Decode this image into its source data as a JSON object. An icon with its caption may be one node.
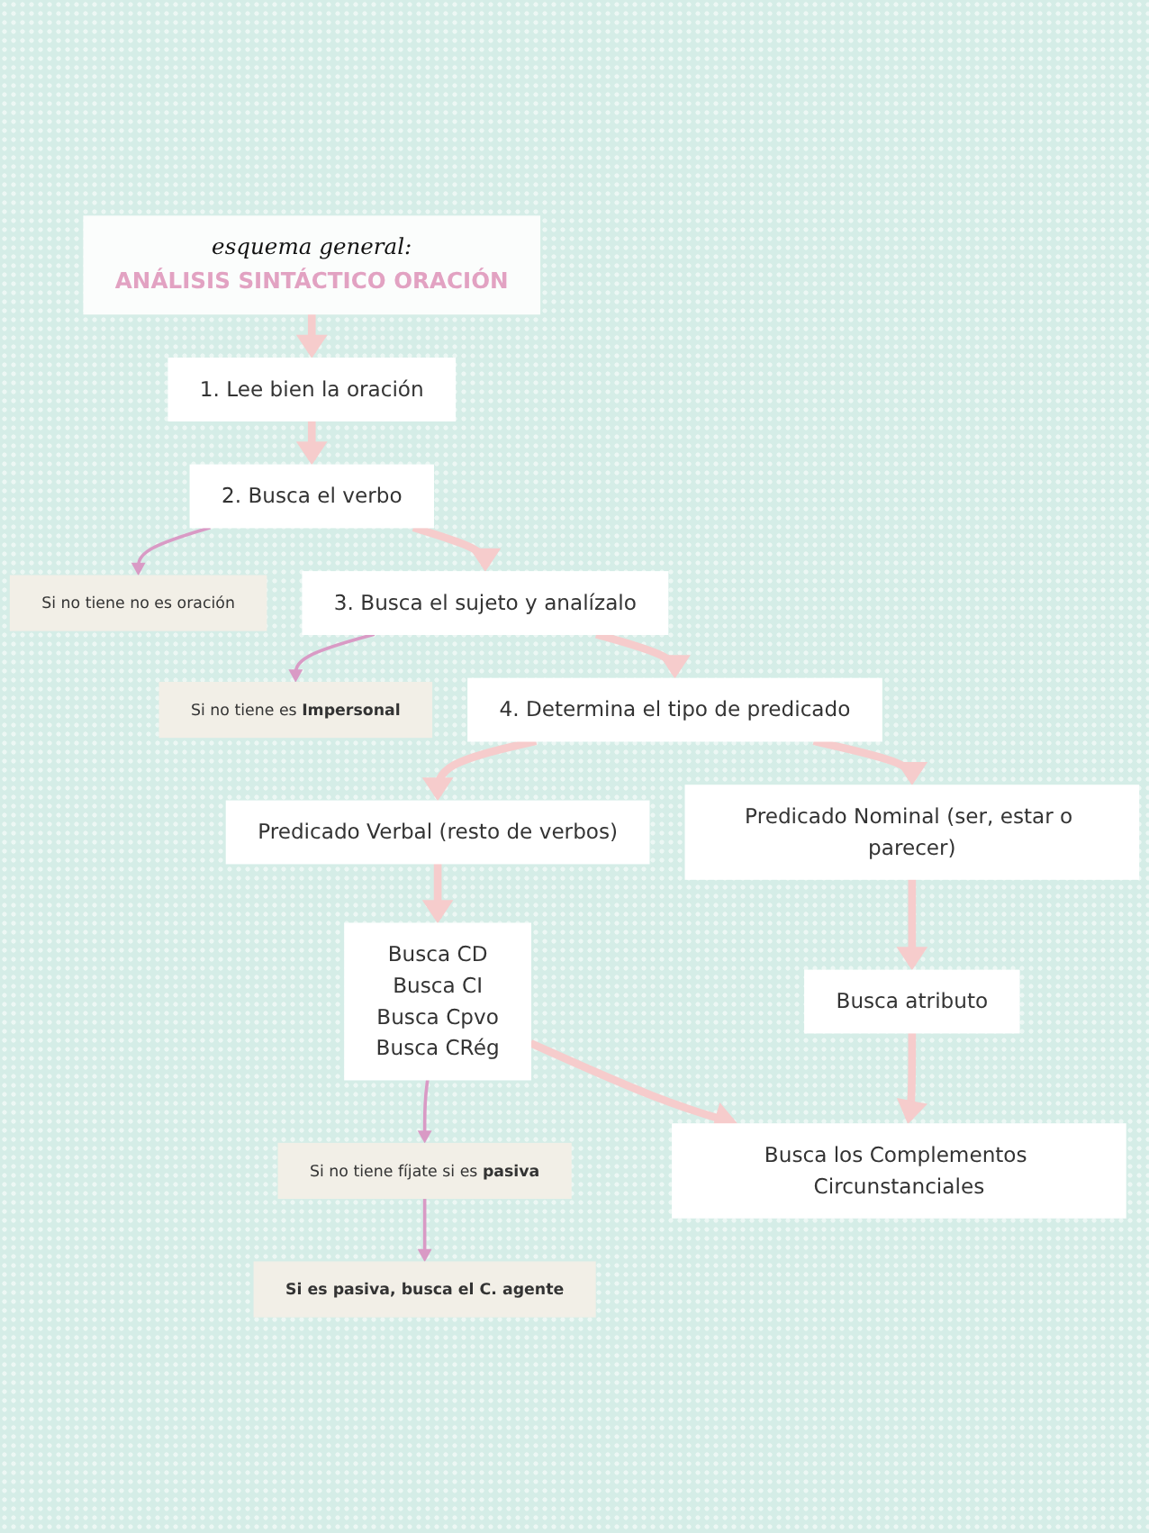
{
  "diagram": {
    "nodes": [
      {
        "text": [
          "esquema general:",
          "ANÁLISIS SINTÁCTICO ORACIÓN"
        ]
      },
      {
        "text": [
          "1. Lee bien la oración"
        ]
      },
      {
        "text": [
          "Si no tiene no es oración"
        ]
      },
      {
        "text": [
          "2. Busca el verbo"
        ]
      },
      {
        "text": [
          "Si no tiene es **Impersonal**"
        ]
      },
      {
        "text": [
          "3. Busca el sujeto y analízalo"
        ]
      },
      {
        "text": [
          "4. Determina el tipo de predicado"
        ]
      },
      {
        "text": [
          "Predicado Nominal (ser, estar o parecer)"
        ]
      },
      {
        "text": [
          "Predicado Verbal (resto de verbos)"
        ]
      },
      {
        "text": [
          "Si no tiene fíjate si es **pasiva**"
        ]
      },
      {
        "text": [
          "Busca atributo"
        ]
      },
      {
        "text": [
          "Busca CD",
          "Busca CI",
          "Busca Cpvo",
          "Busca CRég"
        ]
      },
      {
        "text": [
          "Si es pasiva, busca el C. agente"
        ]
      },
      {
        "text": [
          "Busca los Complementos Circunstanciales"
        ]
      }
    ],
    "edges": [
      {
        "from": 0,
        "to": 1,
        "arrow": "to"
      },
      {
        "from": 1,
        "to": 3,
        "arrow": "to"
      },
      {
        "from": 3,
        "to": 2,
        "arrow": "to",
        "color": "#d99ac5"
      },
      {
        "from": 3,
        "to": 5,
        "arrow": "to"
      },
      {
        "from": 5,
        "to": 4,
        "arrow": "to",
        "color": "#d99ac5"
      },
      {
        "from": 5,
        "to": 6,
        "arrow": "to"
      },
      {
        "from": 6,
        "to": 7,
        "arrow": "to"
      },
      {
        "from": 6,
        "to": 8,
        "arrow": "to"
      },
      {
        "from": 7,
        "to": 10,
        "arrow": "to"
      },
      {
        "from": 8,
        "to": 11,
        "arrow": "to"
      },
      {
        "from": 11,
        "to": 9,
        "arrow": "to",
        "color": "#d99ac5"
      },
      {
        "from": 9,
        "to": 12,
        "arrow": "to",
        "color": "#d99ac5"
      },
      {
        "from": 10,
        "to": 13,
        "arrow": "to"
      },
      {
        "from": 11,
        "to": 13,
        "arrow": "to"
      }
    ]
  }
}
